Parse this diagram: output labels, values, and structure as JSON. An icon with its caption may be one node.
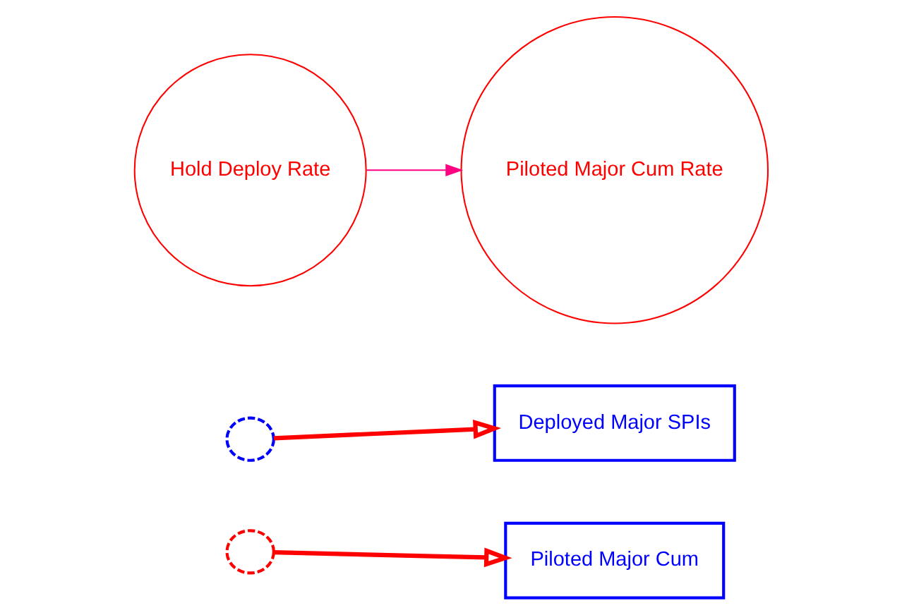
{
  "diagram": {
    "nodes": [
      {
        "text": [],
        "shape": "cloud"
      },
      {
        "text": [
          "Deployed Major SPIs"
        ]
      },
      {
        "text": [
          "Hold Deploy Rate"
        ]
      },
      {
        "text": [],
        "shape": "cloud"
      },
      {
        "text": [
          "Piloted Major Cum"
        ]
      },
      {
        "text": [
          "Piloted Major Cum Rate"
        ]
      }
    ],
    "edges": [
      {
        "from": 0,
        "to": 1,
        "arrow": "to"
      },
      {
        "from": 3,
        "to": 4,
        "arrow": "to"
      },
      {
        "from": 2,
        "to": 5,
        "arrow": "to",
        "color": "#ff0080"
      }
    ]
  }
}
